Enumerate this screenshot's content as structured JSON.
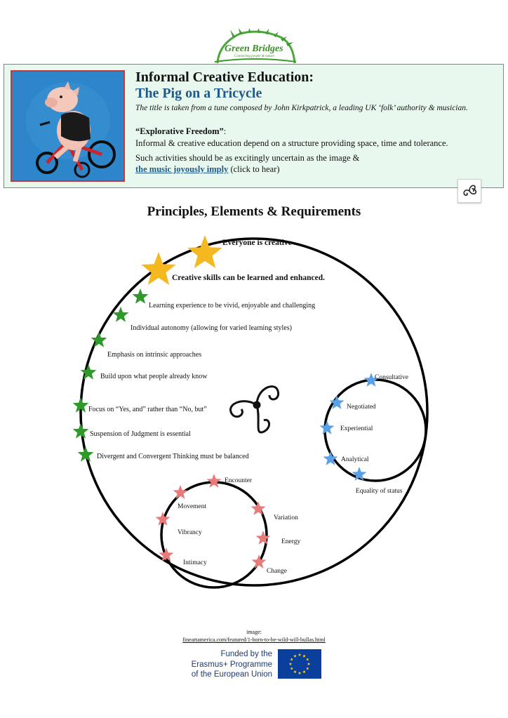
{
  "logo": {
    "name": "Green Bridges",
    "tagline": "Connecting people & nature"
  },
  "header": {
    "title_line1": "Informal Creative Education:",
    "title_line2": "The Pig on a Tricycle",
    "subtitle": "The title is taken from a tune composed by John Kirkpatrick, a leading UK ‘folk’ authority & musician.",
    "freedom_title": "“Explorative Freedom”",
    "freedom_colon": ":",
    "line1": "Informal & creative education depend on a structure providing space, time and tolerance.",
    "line2": "Such activities should be as excitingly uncertain as the image &",
    "link_text": "the music joyously imply",
    "link_suffix": " (click to hear)"
  },
  "section_heading": "Principles, Elements & Requirements",
  "diagram": {
    "top_statements": [
      "Everyone is creative",
      "Creative skills can be learned and enhanced."
    ],
    "principles": [
      "Learning experience to be vivid, enjoyable and challenging",
      "Individual autonomy (allowing for varied learning styles)",
      "Emphasis on intrinsic approaches",
      "Build upon what people already know",
      "Focus on “Yes, and” rather than “No, but”",
      "Suspension of Judgment is essential",
      "Divergent and Convergent Thinking must be balanced"
    ],
    "blue_elements": [
      "Consultative",
      "Negotiated",
      "Experiential",
      "Analytical",
      "Equality of status"
    ],
    "red_elements": [
      "Encounter",
      "Movement",
      "Variation",
      "Vibrancy",
      "Energy",
      "Intimacy",
      "Change"
    ],
    "colors": {
      "gold": "#f5b820",
      "green": "#2f9a2a",
      "blue": "#5aa0e6",
      "red": "#e87a7a"
    }
  },
  "credit": {
    "label": "image:",
    "link": "fineartamerica.com/featured/1-born-to-be-wild-will-bullas.html"
  },
  "funding": {
    "line1": "Funded by the",
    "line2": "Erasmus+ Programme",
    "line3": "of the European Union"
  }
}
